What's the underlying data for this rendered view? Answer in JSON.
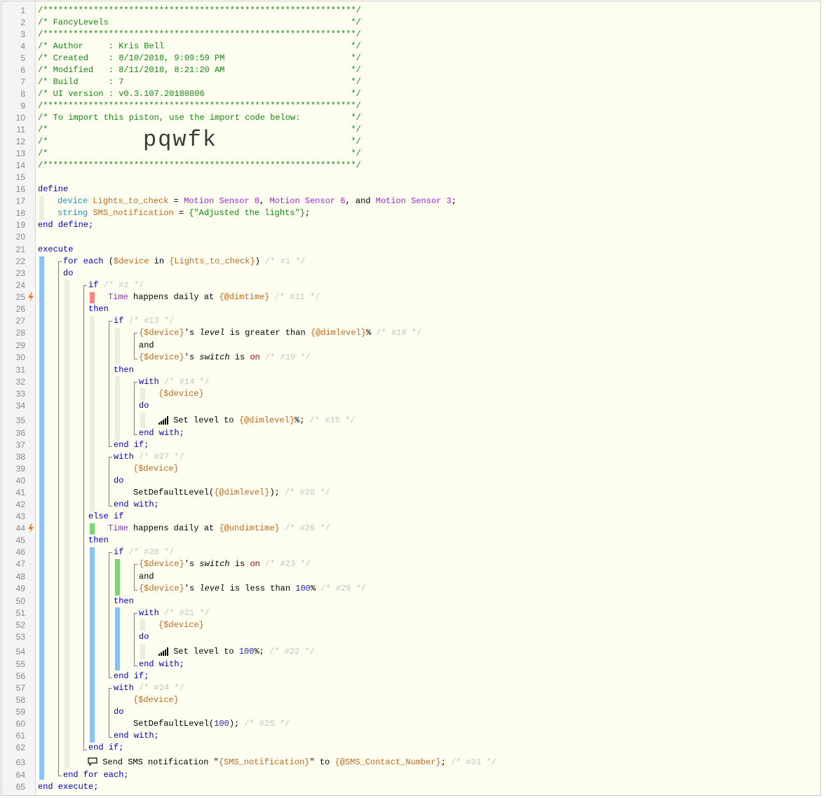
{
  "editor": {
    "line_numbers": [
      "1",
      "2",
      "3",
      "4",
      "5",
      "6",
      "7",
      "8",
      "9",
      "10",
      "11",
      "12",
      "13",
      "14",
      "15",
      "16",
      "17",
      "18",
      "19",
      "20",
      "21",
      "22",
      "23",
      "24",
      "25",
      "26",
      "27",
      "28",
      "29",
      "30",
      "31",
      "32",
      "33",
      "34",
      "35",
      "36",
      "37",
      "38",
      "39",
      "40",
      "41",
      "42",
      "43",
      "44",
      "45",
      "46",
      "47",
      "48",
      "49",
      "50",
      "51",
      "52",
      "53",
      "54",
      "55",
      "56",
      "57",
      "58",
      "59",
      "60",
      "61",
      "62",
      "63",
      "64",
      "65"
    ],
    "triggered_lines": [
      "25",
      "44"
    ],
    "header": {
      "border": "/**************************************************************/",
      "title_line": "/* FancyLevels                                                */",
      "author_line": "/* Author     : Kris Bell                                     */",
      "created_line": "/* Created    : 8/10/2018, 9:09:59 PM                         */",
      "modified_line": "/* Modified   : 8/11/2018, 8:21:20 AM                         */",
      "build_line": "/* Build      : 7                                             */",
      "ui_line": "/* UI version : v0.3.107.20180806                             */",
      "import_line": "/* To import this piston, use the import code below:          */",
      "empty_line": "/*                                                            */",
      "import_code": "pqwfk"
    },
    "code": {
      "define": "define",
      "end_define": "end define;",
      "execute": "execute",
      "end_execute": "end execute;",
      "device_kw": "device",
      "lights_var": "Lights_to_check",
      "eq": " = ",
      "sensor8": "Motion Sensor 8",
      "sensor6": "Motion Sensor 6",
      "sensor3": "Motion Sensor 3",
      "comma": ", ",
      "and_word": ", and ",
      "semicolon": ";",
      "string_kw": "string",
      "sms_var": "SMS_notification",
      "sms_value": "{\"Adjusted the lights\"}",
      "for_each": "for each",
      "device_var": "$device",
      "in_word": "in",
      "lights_expr": "{Lights_to_check}",
      "do": "do",
      "if": "if",
      "then": "then",
      "else_if": "else if",
      "and": "and",
      "with": "with",
      "end_if": "end if;",
      "end_with": "end with;",
      "end_for_each": "end for each;",
      "time_word": "Time",
      "happens_daily": "happens daily at",
      "dimtime": "{@dimtime}",
      "undimtime": "{@undimtime}",
      "device_expr": "{$device}",
      "possessive": "'s",
      "level_attr": "level",
      "switch_attr": "switch",
      "is_greater": "is greater than",
      "is_less": "is less than",
      "is_word": "is",
      "on_value": "on",
      "dimlevel": "{@dimlevel}",
      "percent": "%",
      "hundred": "100",
      "set_level": "Set level to",
      "set_default_level": "SetDefaultLevel(",
      "close_paren": ");",
      "send_sms": "Send SMS notification",
      "quote": "\"",
      "to_word": "to",
      "sms_expr": "{SMS_notification}",
      "contact_expr": "{@SMS_Contact_Number}",
      "c1": "/* #1 */",
      "c2": "/* #2 */",
      "c11": "/* #11 */",
      "c13": "/* #13 */",
      "c18": "/* #18 */",
      "c19": "/* #19 */",
      "c14": "/* #14 */",
      "c15": "/* #15 */",
      "c27": "/* #27 */",
      "c28": "/* #28 */",
      "c26": "/* #26 */",
      "c20": "/* #20 */",
      "c23": "/* #23 */",
      "c29": "/* #29 */",
      "c21": "/* #21 */",
      "c22": "/* #22 */",
      "c24": "/* #24 */",
      "c25": "/* #25 */",
      "c31": "/* #31 */"
    },
    "icons": {
      "trigger": "lightning-bolt-icon",
      "level": "signal-bars-icon",
      "sms": "speech-bubble-icon"
    },
    "colors": {
      "keyword": "#0000c0",
      "comment": "#158a15",
      "variable": "#c26a1e",
      "device": "#9b2bd6",
      "type": "#2090c0",
      "number": "#1f1fd0",
      "value": "#b00000",
      "background": "#fdfdf0"
    }
  }
}
